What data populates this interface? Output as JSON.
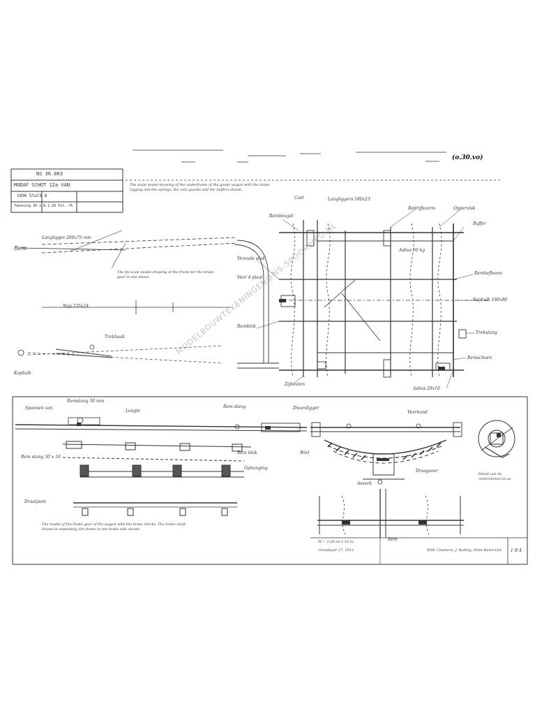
{
  "drawing": {
    "number_stamp": "(o.30.vo)",
    "title_block": {
      "drawing_no": "NS 36.063",
      "title": "MODAF SCHOT 12a VAN",
      "row3": "1896     Stalk 8",
      "row4": "Tekening 30 x 8.1.26      Fol. 76"
    },
    "top_note": "The scale model drawing of the underframe of the goods wagon with the brake rigging and the springs, the axle guards and the buffers shown.",
    "side_note": "The fly scale model drawing of the frame for the brake gear in one wheel.",
    "bottom_note": "The model of the brake gear of the wagon with the brake blocks. The brake shaft drawn in separately, the frame to the brake side shown.",
    "scale_text": "M = 1:20 en 1:10 m.",
    "date_text": "Grandpaar 27, 1912",
    "credit": "W.M. Chamens, J. Rolling, Hunt Hawn Ltd.",
    "sheet_no": "1 B 4",
    "watermark": "MODELBOUWTEKENINGEN@NS-SPOORWEG.NL"
  },
  "labels": {
    "top_ref": "Cast",
    "frame_top": "Langliggers 180x23",
    "top_right_1": "Bedrijfsvorm",
    "top_right_2": "Oppervlak",
    "beam_label": "Langligger 200x75 mm",
    "left_brake": "Rem",
    "dim_1": "Nap 235x24",
    "axle_label": "Asbus 50 kg",
    "buffer_label": "Buffer",
    "hanger": "Rembeugel",
    "spring_hanger": "Verende stuk",
    "spring_pads": "Veer 4 plaat",
    "brake_block": "Remblok",
    "side_bolts": "Zijbouten",
    "draw_hook": "Trekhaak",
    "brake_lever": "Remhefboom",
    "left_ref": "Kopbalk",
    "underframe_right": "Kopbalk 180x80",
    "rod_right": "Trekstang",
    "brake_shoe_right": "Remschoen",
    "axle_box_right": "Asbus 29x10",
    "bottom_left_1": "Spannen van",
    "bottom_left_2": "Remstang 30 mm",
    "bottom_left_3": "Lengte",
    "shaft_label": "Rem stang",
    "brake_rod": "Rem stang 30 x 10",
    "block_label": "Rem blok",
    "hanger_bottom": "Ophanging",
    "pivot_label": "Draaipunt",
    "wheel_left": "Wiel",
    "spring_frame": "Veerhand",
    "crossbar": "Dwarsligger",
    "leaf_spring": "Draagveer",
    "detail_circle": "Detail van de remtrommel en as",
    "guard_label": "Asvork",
    "bottom_ref": "Rem"
  }
}
